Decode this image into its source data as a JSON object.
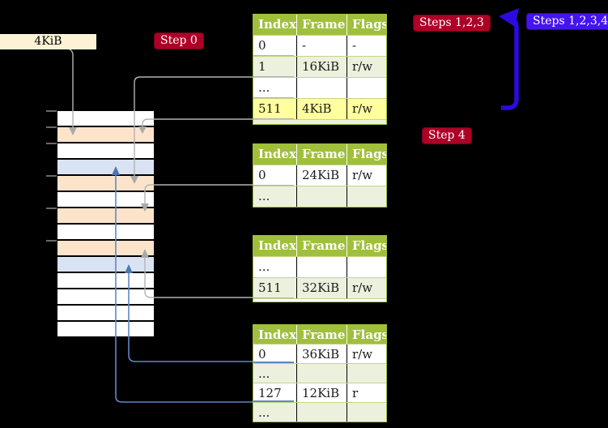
{
  "labels": {
    "page_size_box": "4KiB",
    "step0_badge": "Step 0",
    "steps123_badge": "Steps 1,2,3",
    "steps1234_badge": "Steps 1,2,3,4",
    "step4_badge": "Step 4"
  },
  "colors": {
    "background": "#000000",
    "crimson_badge": "#ad0026",
    "violet_badge": "#4414f2",
    "table_header_green": "#a0bf3c",
    "table_row_light_green": "#ebf1dd",
    "highlight_yellow": "#ffff9d",
    "strip_peach": "#fce4cb",
    "strip_blue": "#dae3f3",
    "strip_white": "#ffffff",
    "connector_gray": "#b3b3b3",
    "connector_blue": "#5f87c5",
    "big_arrow_blue": "#2c0ae0",
    "label_box_cream": "#fdf3d4"
  },
  "memory_strip": {
    "rows": [
      "white",
      "peach",
      "white",
      "blue",
      "peach",
      "white",
      "peach",
      "white",
      "peach",
      "blue",
      "white",
      "white",
      "white",
      "white"
    ]
  },
  "tables": {
    "t1": {
      "headers": [
        "Index",
        "Frame",
        "Flags"
      ],
      "rows": [
        {
          "index": "0",
          "frame": "-",
          "flags": "-"
        },
        {
          "index": "1",
          "frame": "16KiB",
          "flags": "r/w"
        },
        {
          "index": "...",
          "frame": "",
          "flags": ""
        },
        {
          "index": "511",
          "frame": "4KiB",
          "flags": "r/w",
          "highlight": true
        }
      ]
    },
    "t2": {
      "headers": [
        "Index",
        "Frame",
        "Flags"
      ],
      "rows": [
        {
          "index": "0",
          "frame": "24KiB",
          "flags": "r/w"
        },
        {
          "index": "...",
          "frame": "",
          "flags": ""
        }
      ]
    },
    "t3": {
      "headers": [
        "Index",
        "Frame",
        "Flags"
      ],
      "rows": [
        {
          "index": "...",
          "frame": "",
          "flags": ""
        },
        {
          "index": "511",
          "frame": "32KiB",
          "flags": "r/w"
        }
      ]
    },
    "t4": {
      "headers": [
        "Index",
        "Frame",
        "Flags"
      ],
      "rows": [
        {
          "index": "0",
          "frame": "36KiB",
          "flags": "r/w"
        },
        {
          "index": "...",
          "frame": "",
          "flags": ""
        },
        {
          "index": "127",
          "frame": "12KiB",
          "flags": "r"
        },
        {
          "index": "...",
          "frame": "",
          "flags": ""
        }
      ]
    }
  }
}
